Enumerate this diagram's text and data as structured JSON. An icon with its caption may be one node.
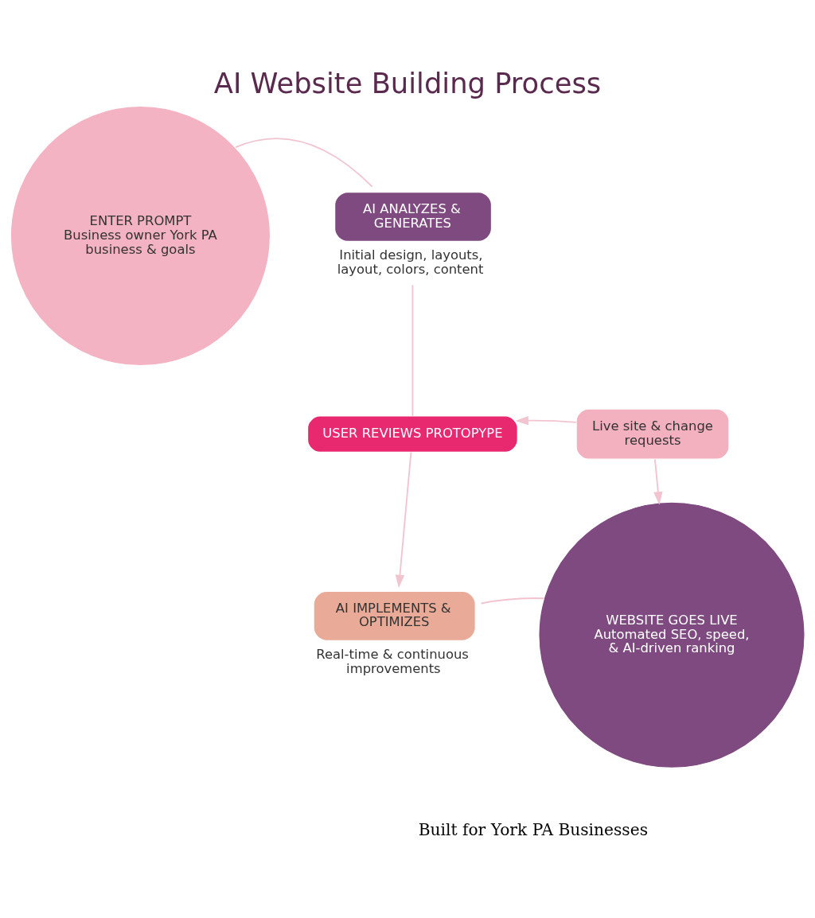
{
  "diagram": {
    "title": "AI Website Building Process",
    "caption": "Built for York PA Businesses",
    "nodes": [
      {
        "text": [
          "ENTER PROMPT",
          "Business owner York PA business & goals"
        ]
      },
      {
        "text": [
          "AI ANALYZES & GENERATES"
        ],
        "beside": [
          "Initial design, layouts, layout, colors, content"
        ]
      },
      {
        "text": [
          "USER REVIEWS PROTOPYPE"
        ]
      },
      {
        "text": [
          "Live site & change requests"
        ]
      },
      {
        "text": [
          "AI IMPLEMENTS & OPTIMIZES"
        ],
        "beside": [
          "Real-time & continuous improvements"
        ]
      },
      {
        "text": [
          "WEBSITE GOES LIVE",
          "Automated SEO, speed, & AI-driven ranking"
        ]
      }
    ],
    "edges": [
      {
        "from": 0,
        "to": 1,
        "arrow": "none"
      },
      {
        "from": 1,
        "to": 2,
        "arrow": "none"
      },
      {
        "from": 3,
        "to": 2,
        "arrow": "to"
      },
      {
        "from": 2,
        "to": 4,
        "arrow": "to"
      },
      {
        "from": 3,
        "to": 5,
        "arrow": "to"
      },
      {
        "from": 4,
        "to": 5,
        "arrow": "none"
      }
    ]
  }
}
